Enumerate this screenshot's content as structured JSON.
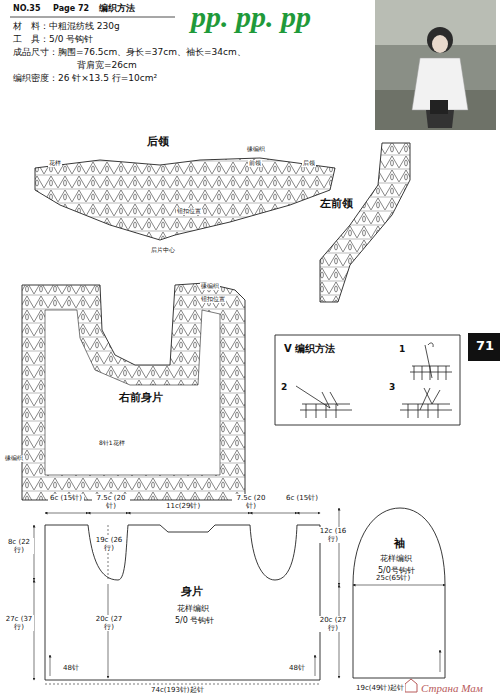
{
  "diagram": {
    "nodes": [
      {
        "text": [
          "后领"
        ]
      },
      {
        "text": [
          "左前领"
        ]
      },
      {
        "text": [
          "右前身片"
        ]
      },
      {
        "text": [
          "V 编织方法"
        ]
      },
      {
        "text": [
          "身片",
          "花样编织",
          "5/0 号钩针"
        ]
      },
      {
        "text": [
          "袖",
          "花样编织",
          "5/0号钩针"
        ]
      }
    ],
    "labels": [
      "NO.35",
      "Page 72",
      "编织方法",
      "材　料：中粗混纺线 230g",
      "工　具：5/0 号钩针",
      "成品尺寸：胸围=76.5cm、身长=37cm、袖长=34cm、",
      "背肩宽=26cm",
      "编织密度：26 针×13.5 行=10cm²",
      "pp. pp. pp",
      "71",
      "花样",
      "缘编织",
      "前领",
      "后领",
      "钮扣位置",
      "后片中心",
      "缘编织",
      "钮扣位置",
      "8针1花样",
      "缘编织",
      "6c (15针)",
      "7.5c (20针)",
      "11c(29针)",
      "7.5c (20针)",
      "6c (15针)",
      "8c (22行)",
      "27c (37行)",
      "19c (26行)",
      "20c (27行)",
      "48针",
      "74c(193针)起针",
      "48针",
      "12c (16行)",
      "25c(65针)",
      "20c (27行)",
      "19c(49针)起针",
      "1",
      "2",
      "3",
      "Страна Мам"
    ]
  }
}
